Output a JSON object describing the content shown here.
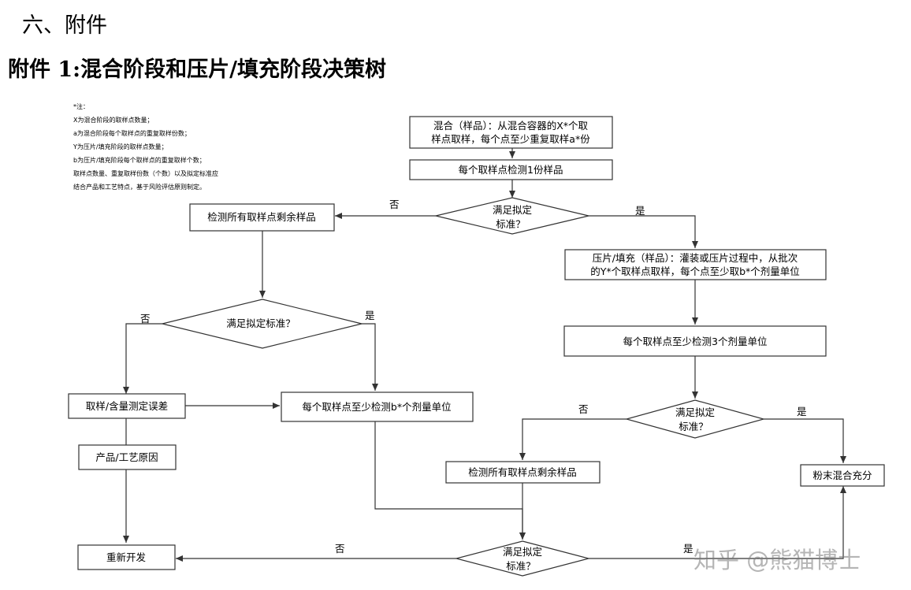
{
  "heading_section": "六、附件",
  "heading_title": "附件 1:混合阶段和压片/填充阶段决策树",
  "notes": [
    "*注：",
    "X为混合阶段的取样点数量；",
    "a为混合阶段每个取样点的重复取样份数；",
    "Y为压片/填充阶段的取样点数量；",
    "b为压片/填充阶段每个取样点的重复取样个数；",
    "取样点数量、重复取样份数（个数）以及拟定标准应",
    "结合产品和工艺特点，基于风险评估原则制定。"
  ],
  "nodes": {
    "mix_line1": "混合（样品）：从混合容器的X*个取",
    "mix_line2": "样点取样，每个点至少重复取样a*份",
    "test_one": "每个取样点检测1份样品",
    "dec1_line1": "满足拟定",
    "dec1_line2": "标准？",
    "remaining_left": "检测所有取样点剩余样品",
    "tablet_line1": "压片/填充（样品）：灌装或压片过程中，从批次",
    "tablet_line2": "的Y*个取样点取样，每个点至少取b*个剂量单位",
    "test_three": "每个取样点至少检测3个剂量单位",
    "dec2": "满足拟定标准？",
    "sampling_error": "取样/含量测定误差",
    "test_b": "每个取样点至少检测b*个剂量单位",
    "dec3_line1": "满足拟定",
    "dec3_line2": "标准？",
    "product_cause": "产品/工艺原因",
    "remaining_right": "检测所有取样点剩余样品",
    "powder_mixed": "粉末混合充分",
    "dec4_line1": "满足拟定",
    "dec4_line2": "标准？",
    "restart": "重新开发"
  },
  "edge_labels": {
    "no": "否",
    "yes": "是"
  },
  "watermark": "知乎 @熊猫博士"
}
